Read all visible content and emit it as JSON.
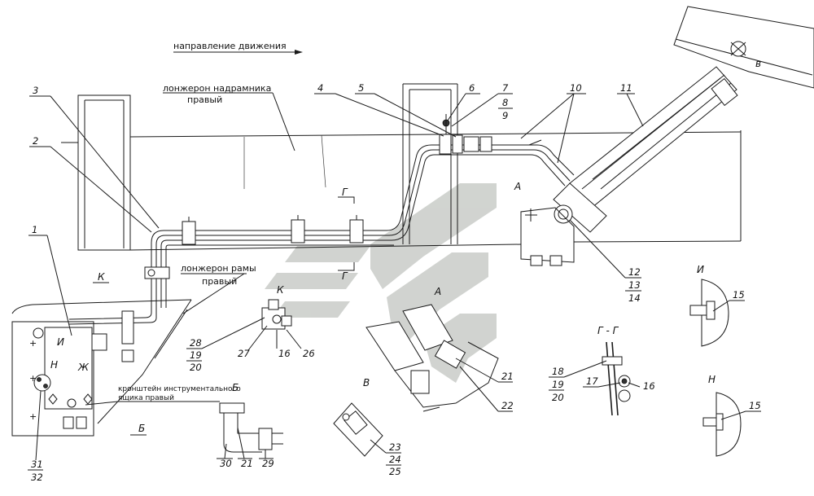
{
  "direction_label": "направление движения",
  "labels": {
    "subframe_rail": "лонжерон надрамника",
    "subframe_rail_side": "правый",
    "frame_rail": "лонжерон рамы",
    "frame_rail_side": "правый",
    "bracket": "кронштейн инструментального",
    "bracket_line2": "ящика правый"
  },
  "callouts": [
    "1",
    "2",
    "3",
    "4",
    "5",
    "6",
    "7",
    "8",
    "9",
    "10",
    "11",
    "12",
    "13",
    "14",
    "15",
    "15",
    "16",
    "16",
    "17",
    "18",
    "19",
    "20",
    "21",
    "21",
    "22",
    "23",
    "24",
    "25",
    "26",
    "27",
    "28",
    "19",
    "20",
    "29",
    "30",
    "31",
    "32"
  ],
  "views": {
    "A_main": "А",
    "A_view": "А",
    "B_main": "Б",
    "B_view": "Б",
    "V_main": "в",
    "V_view": "В",
    "G_mark_top": "Г",
    "G_mark_bottom": "Г",
    "G_section": "Г - Г",
    "K_main": "К",
    "K_view": "К",
    "I_main": "И",
    "I_view": "И",
    "N_main": "Н",
    "N_view": "Н",
    "Zh_main": "Ж"
  },
  "colors": {
    "line": "#1a1a1a",
    "watermark": "#c9ccc8"
  }
}
